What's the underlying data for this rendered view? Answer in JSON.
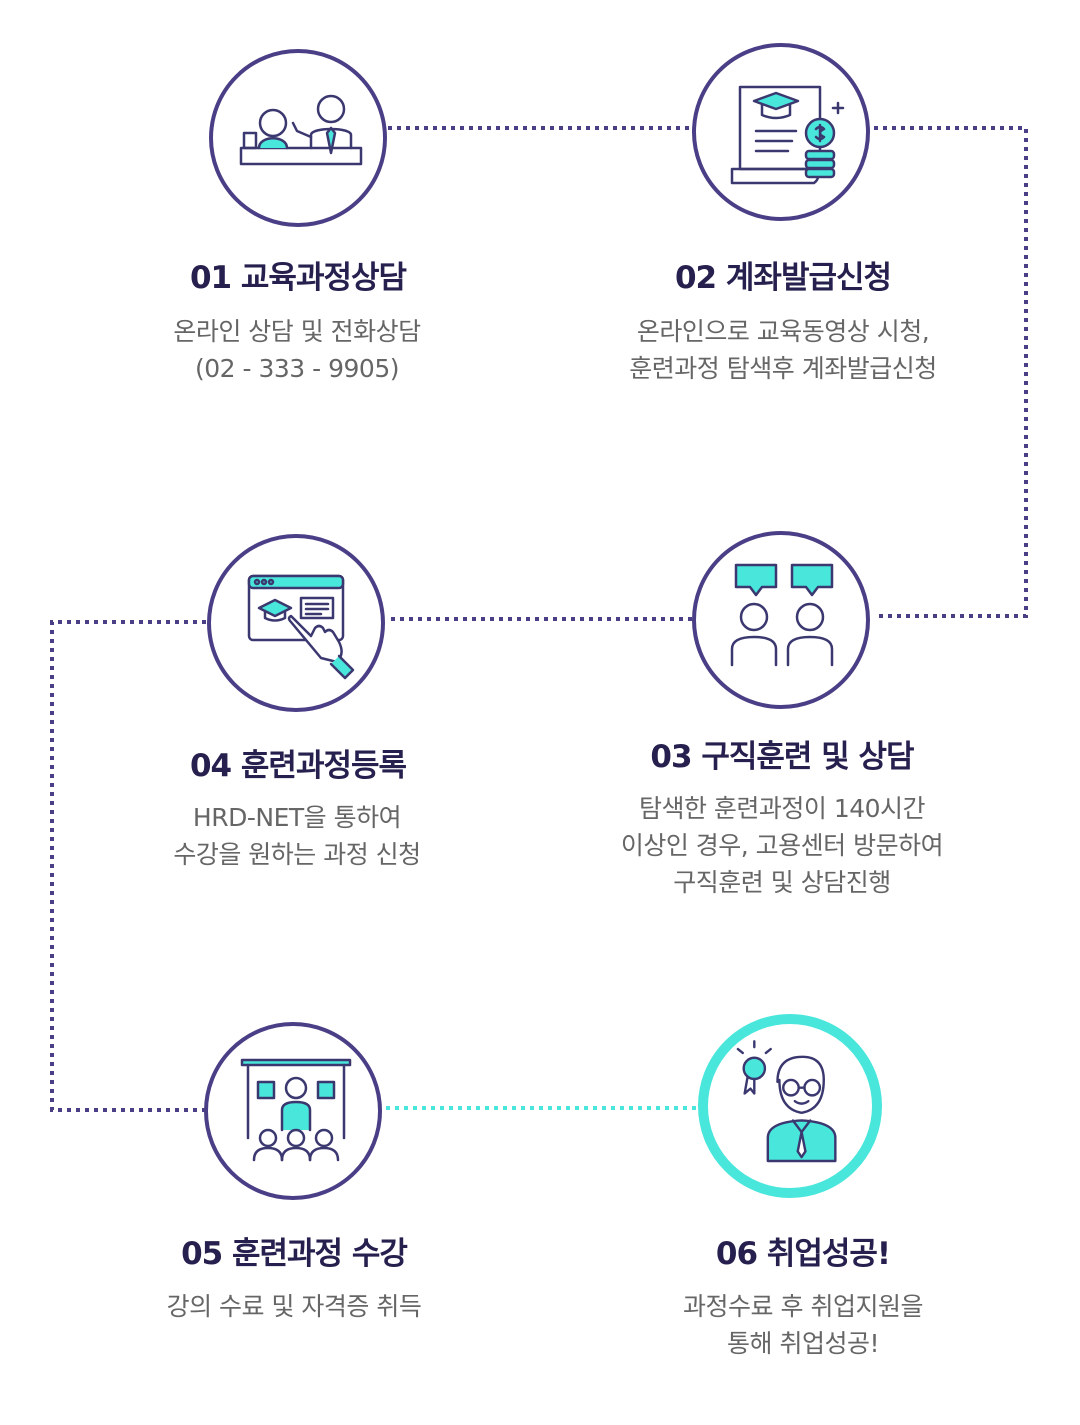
{
  "colors": {
    "navy": "#4a3f86",
    "accent": "#49e6dc",
    "title": "#25204e",
    "text": "#666666"
  },
  "steps": [
    {
      "title": "01 교육과정상담",
      "lines": [
        "온라인 상담 및 전화상담",
        "(02 - 333 - 9905)"
      ],
      "icon": "consultation-icon"
    },
    {
      "title": "02 계좌발급신청",
      "lines": [
        "온라인으로 교육동영상 시청,",
        "훈련과정 탐색후 계좌발급신청"
      ],
      "icon": "certificate-coin-icon"
    },
    {
      "title": "03 구직훈련 및 상담",
      "lines": [
        "탐색한 훈련과정이 140시간",
        "이상인 경우, 고용센터 방문하여",
        "구직훈련 및 상담진행"
      ],
      "icon": "chat-people-icon"
    },
    {
      "title": "04 훈련과정등록",
      "lines": [
        "HRD-NET을 통하여",
        "수강을 원하는 과정 신청"
      ],
      "icon": "online-course-icon"
    },
    {
      "title": "05 훈련과정 수강",
      "lines": [
        "강의 수료 및 자격증 취득"
      ],
      "icon": "classroom-icon"
    },
    {
      "title": "06 취업성공!",
      "lines": [
        "과정수료 후 취업지원을",
        "통해 취업성공!"
      ],
      "icon": "employed-person-icon"
    }
  ]
}
